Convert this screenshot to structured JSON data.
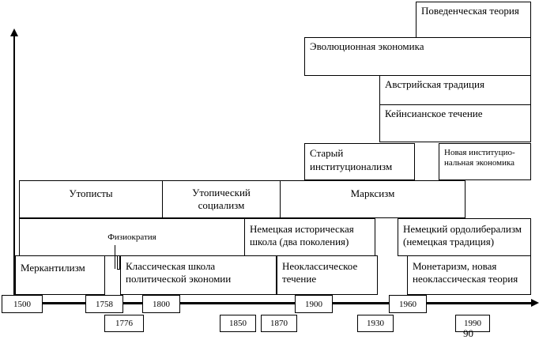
{
  "schools": {
    "behavioral": "Поведенческая теория",
    "evolutionary": "Эволюционная экономика",
    "austrian": "Австрийская традиция",
    "keynesian": "Кейнсианское течение",
    "old_institutionalism": "Старый институционализм",
    "new_institutional": "Новая институцио-нальная экономика",
    "utopists": "Утописты",
    "utopian_socialism": "Утопический социализм",
    "marxism": "Марксизм",
    "physiocracy": "Физиократия",
    "german_historical": "Немецкая историческая школа (два поколения)",
    "ordoliberalism": "Немецкий ордолиберализм (немецкая традиция)",
    "mercantilism": "Меркантилизм",
    "classical": "Классическая школа политической экономии",
    "neoclassical": "Неоклассическое течение",
    "monetarism": "Монетаризм, новая неоклассическая теория"
  },
  "years": {
    "y1500": "1500",
    "y1758": "1758",
    "y1800": "1800",
    "y1900": "1900",
    "y1960": "1960",
    "y1776": "1776",
    "y1850": "1850",
    "y1870": "1870",
    "y1930": "1930",
    "y1990": "1990"
  },
  "page_number": "90"
}
